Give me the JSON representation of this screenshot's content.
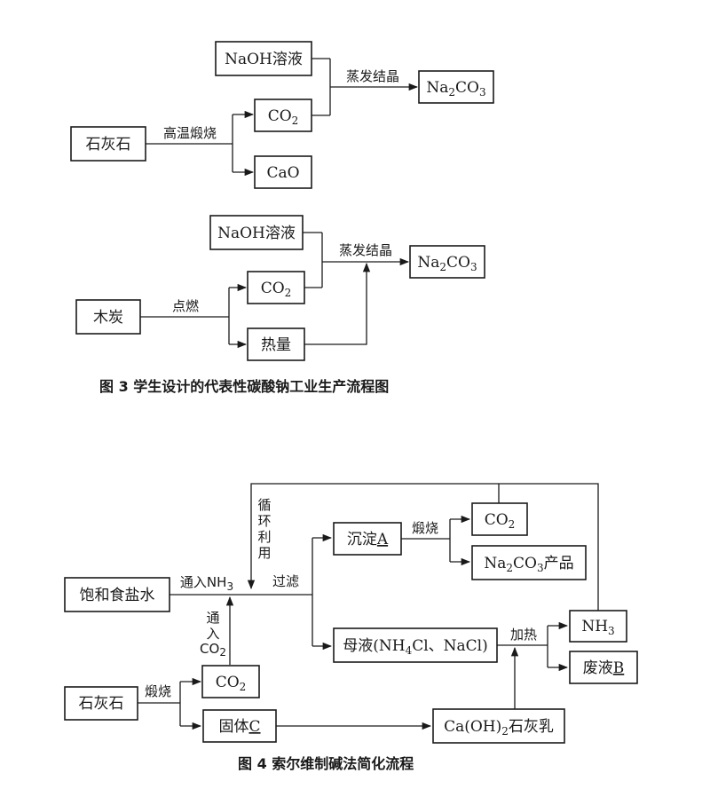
{
  "fig3": {
    "naoh": "NaOH溶液",
    "co2_top_main": "CO",
    "co2_sub": "2",
    "cao": "CaO",
    "limestone": "石灰石",
    "calcine_label": "高温煅烧",
    "evap_label": "蒸发结晶",
    "na": "Na",
    "na_sub": "2",
    "co": "CO",
    "co_sub": "3",
    "charcoal": "木炭",
    "ignite_label": "点燃",
    "heat": "热量",
    "caption": "图 3   学生设计的代表性碳酸钠工业生产流程图"
  },
  "fig4": {
    "recycle_chars": [
      "循",
      "环",
      "利",
      "用"
    ],
    "brine": "饱和食盐水",
    "nh3_in_label": "通入NH",
    "nh3_in_sub": "3",
    "filter_label": "过滤",
    "precip": "沉淀",
    "precip_letter": "A",
    "calcine_label": "煅烧",
    "co2": "CO",
    "co2_sub": "2",
    "product_na": "Na",
    "product_na_sub": "2",
    "product_co": "CO",
    "product_co_sub": "3",
    "product_suffix": "产品",
    "co2_in_chars": [
      "通",
      "入"
    ],
    "co2_in_main": "CO",
    "co2_in_sub": "2",
    "mother": "母液(NH",
    "mother_sub": "4",
    "mother_rest": "Cl、NaCl)",
    "heat_label": "加热",
    "nh3": "NH",
    "nh3_sub": "3",
    "waste": "废液",
    "waste_letter": "B",
    "limestone": "石灰石",
    "calcine2_label": "煅烧",
    "co2_low": "CO",
    "co2_low_sub": "2",
    "solid": "固体",
    "solid_letter": "C",
    "lime_milk_a": "Ca(OH)",
    "lime_milk_sub": "2",
    "lime_milk_b": "石灰乳",
    "caption": "图 4   索尔维制碱法简化流程"
  }
}
